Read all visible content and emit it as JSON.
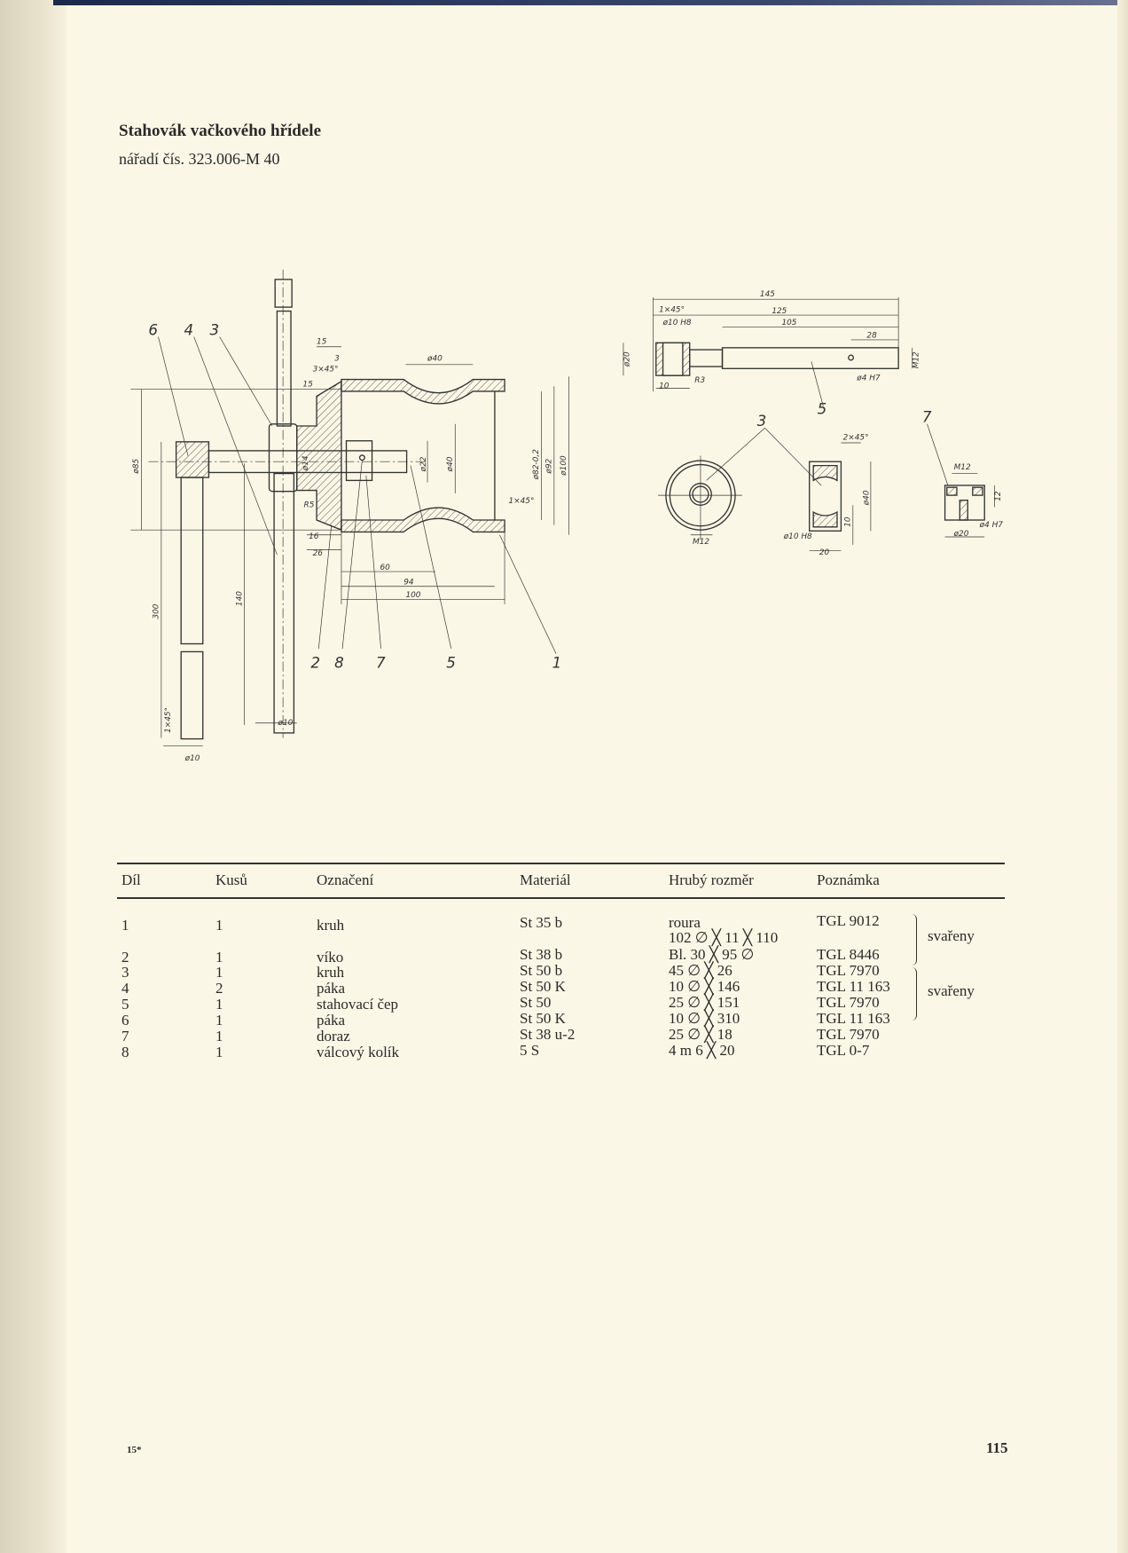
{
  "header": {
    "title": "Stahovák vačkového hřídele",
    "subtitle": "nářadí čís. 323.006-M 40"
  },
  "drawing": {
    "callouts": [
      "6",
      "4",
      "3",
      "2",
      "8",
      "7",
      "5",
      "1",
      "5",
      "3",
      "7"
    ],
    "dimensions": {
      "main": [
        "15",
        "3",
        "3×45°",
        "15",
        "ø40",
        "ø85",
        "ø14",
        "ø22",
        "ø40",
        "ø82-0,2",
        "ø92",
        "ø100",
        "R5",
        "1×45°",
        "16",
        "26",
        "60",
        "94",
        "100",
        "300",
        "140",
        "1×45°",
        "ø10",
        "ø10"
      ],
      "pin": [
        "145",
        "1×45°",
        "125",
        "ø10 H8",
        "105",
        "28",
        "ø20",
        "M12",
        "10",
        "R3",
        "ø4 H7"
      ],
      "ring": [
        "M12",
        "2×45°",
        "ø40",
        "10",
        "ø10 H8",
        "20"
      ],
      "stop": [
        "M12",
        "12",
        "ø4 H7",
        "ø20"
      ]
    }
  },
  "table": {
    "headers": [
      "Díl",
      "Kusů",
      "Označení",
      "Materiál",
      "Hrubý rozměr",
      "Poznámka"
    ],
    "rows": [
      {
        "dil": "1",
        "kusu": "1",
        "oznaceni": "kruh",
        "material": "St 35 b",
        "rozmer": "roura",
        "rozmer2": "102 ∅ ╳ 11 ╳ 110",
        "poznamka": "TGL 9012"
      },
      {
        "dil": "2",
        "kusu": "1",
        "oznaceni": "víko",
        "material": "St 38 b",
        "rozmer": "Bl. 30 ╳ 95 ∅",
        "poznamka": "TGL 8446"
      },
      {
        "dil": "3",
        "kusu": "1",
        "oznaceni": "kruh",
        "material": "St 50 b",
        "rozmer": "45 ∅ ╳ 26",
        "poznamka": "TGL 7970"
      },
      {
        "dil": "4",
        "kusu": "2",
        "oznaceni": "páka",
        "material": "St 50 K",
        "rozmer": "10 ∅ ╳ 146",
        "poznamka": "TGL 11 163"
      },
      {
        "dil": "5",
        "kusu": "1",
        "oznaceni": "stahovací čep",
        "material": "St 50",
        "rozmer": "25 ∅ ╳ 151",
        "poznamka": "TGL 7970"
      },
      {
        "dil": "6",
        "kusu": "1",
        "oznaceni": "páka",
        "material": "St 50 K",
        "rozmer": "10 ∅ ╳ 310",
        "poznamka": "TGL 11 163"
      },
      {
        "dil": "7",
        "kusu": "1",
        "oznaceni": "doraz",
        "material": "St 38 u-2",
        "rozmer": "25 ∅ ╳ 18",
        "poznamka": "TGL 7970"
      },
      {
        "dil": "8",
        "kusu": "1",
        "oznaceni": "válcový kolík",
        "material": "5 S",
        "rozmer": "4 m 6 ╳ 20",
        "poznamka": "TGL 0-7"
      }
    ],
    "group_notes": [
      "svařeny",
      "svařeny"
    ]
  },
  "footer": {
    "signature": "15*",
    "page_number": "115"
  }
}
